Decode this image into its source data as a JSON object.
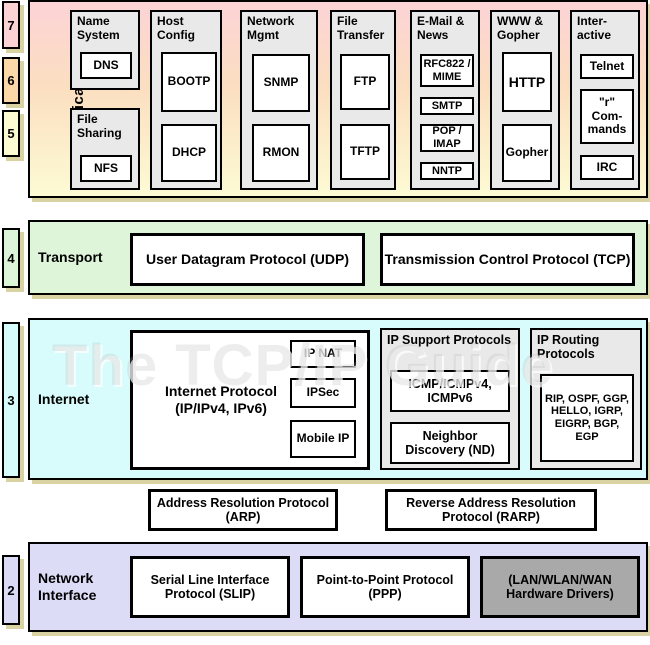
{
  "watermark": "The TCP/IP Guide",
  "badges": {
    "layer7": "7",
    "layer6": "6",
    "layer5": "5",
    "layer4": "4",
    "layer3": "3",
    "layer2": "2"
  },
  "colors": {
    "layer7": "#fcd3d4",
    "layer6": "#fbd8a8",
    "layer5": "#fdfbd2",
    "layer4": "#dcf5d8",
    "layer3": "#d7fcfc",
    "layer2": "#dbdbf6",
    "shadow": "#d9d2a3",
    "group_fill": "#e9e9e9",
    "hardware_fill": "#a9a9a9"
  },
  "application": {
    "label": "Application",
    "groups": {
      "name_system": {
        "title": "Name System",
        "dns": "DNS"
      },
      "file_sharing": {
        "title": "File Sharing",
        "nfs": "NFS"
      },
      "host_config": {
        "title": "Host Config",
        "bootp": "BOOTP",
        "dhcp": "DHCP"
      },
      "network_mgmt": {
        "title": "Network Mgmt",
        "snmp": "SNMP",
        "rmon": "RMON"
      },
      "file_transfer": {
        "title": "File Transfer",
        "ftp": "FTP",
        "tftp": "TFTP"
      },
      "email_news": {
        "title": "E-Mail & News",
        "rfc822": "RFC822 / MIME",
        "smtp": "SMTP",
        "pop_imap": "POP / IMAP",
        "nntp": "NNTP"
      },
      "www_gopher": {
        "title": "WWW & Gopher",
        "http": "HTTP",
        "gopher": "Gopher"
      },
      "interactive": {
        "title": "Inter- active",
        "telnet": "Telnet",
        "r_commands": "\"r\" Com- mands",
        "irc": "IRC"
      }
    }
  },
  "transport": {
    "label": "Transport",
    "udp": "User Datagram Protocol (UDP)",
    "tcp": "Transmission Control Protocol (TCP)"
  },
  "internet": {
    "label": "Internet",
    "ip": "Internet Protocol (IP/IPv4, IPv6)",
    "ip_nat": "IP NAT",
    "ipsec": "IPSec",
    "mobile_ip": "Mobile IP",
    "support": {
      "title": "IP Support Protocols",
      "icmp": "ICMP/ICMPv4, ICMPv6",
      "nd": "Neighbor Discovery (ND)"
    },
    "routing": {
      "title": "IP Routing Protocols",
      "list": "RIP, OSPF, GGP, HELLO, IGRP, EIGRP, BGP, EGP"
    }
  },
  "resolution": {
    "arp": "Address Resolution Protocol (ARP)",
    "rarp": "Reverse Address Resolution Protocol (RARP)"
  },
  "network_interface": {
    "label": "Network Interface",
    "slip": "Serial Line Interface Protocol (SLIP)",
    "ppp": "Point-to-Point Protocol (PPP)",
    "hardware": "(LAN/WLAN/WAN Hardware Drivers)"
  }
}
